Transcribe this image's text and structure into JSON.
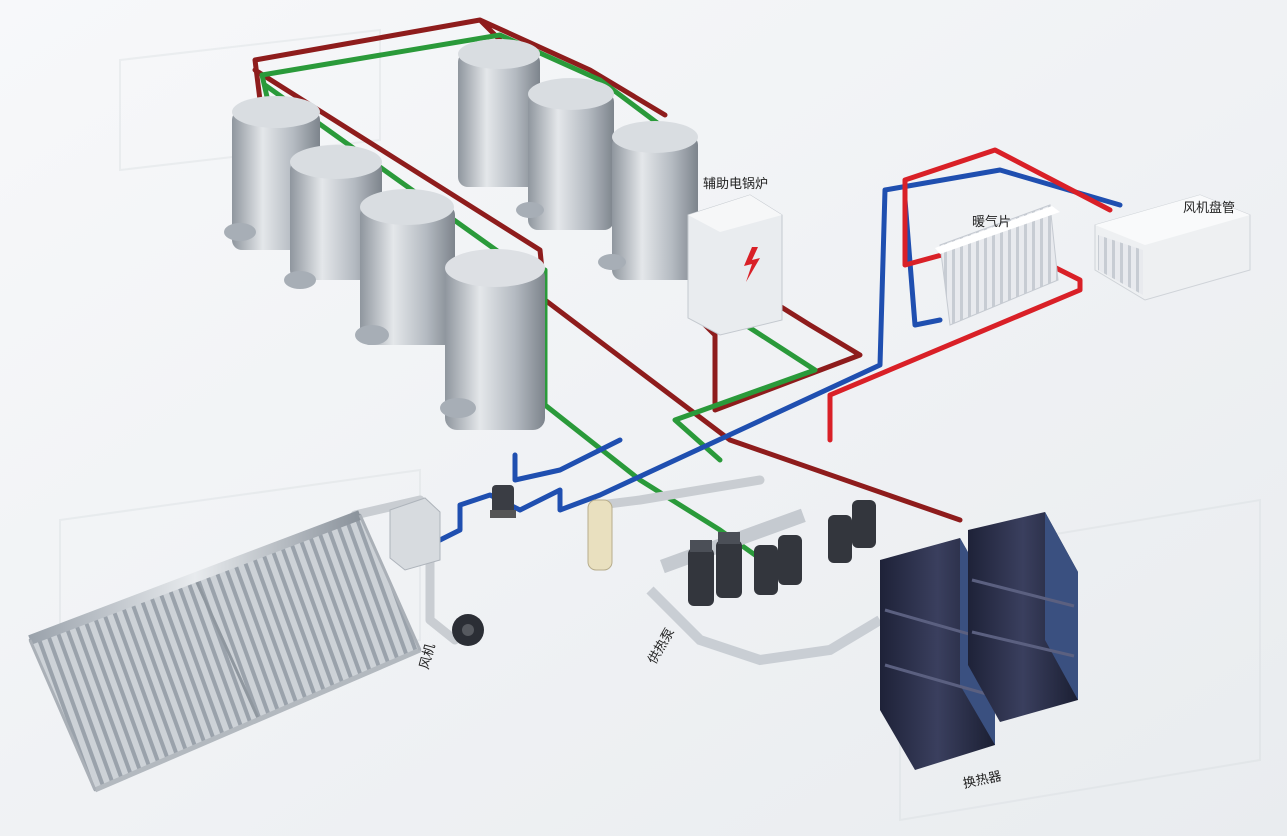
{
  "labels": {
    "aux_boiler": "辅助电锅炉",
    "radiator": "暖气片",
    "fan_coil": "风机盘管",
    "fan": "风机",
    "supply_pump": "供热泵",
    "heat_exchanger": "换热器"
  },
  "colors": {
    "hot_pipe": "#d92027",
    "dark_red_pipe": "#8e1c1c",
    "cold_pipe": "#1f4fb0",
    "green_pipe": "#2a9a3a",
    "tank": "#b9bfc6",
    "exchanger": "#2d3150"
  },
  "icons": [
    "lightning-icon"
  ]
}
